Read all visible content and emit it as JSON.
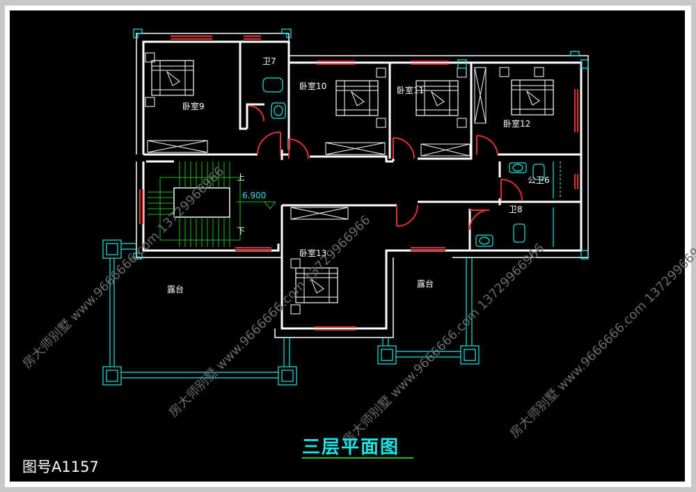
{
  "drawing": {
    "title": "三层平面图",
    "number": "图号A1157"
  },
  "rooms": {
    "bedroom9": "卧室9",
    "bedroom10": "卧室10",
    "bedroom11": "卧室11",
    "bedroom12": "卧室12",
    "bedroom13": "卧室13",
    "toilet7": "卫7",
    "public_toilet6": "公卫6",
    "toilet8": "卫8",
    "terrace_left": "露台",
    "terrace_right": "露台"
  },
  "stair": {
    "up": "上",
    "down": "下",
    "elevation": "6.900"
  },
  "watermark": {
    "text": "房大师别墅 www.9666666.com 13729966966"
  },
  "colors": {
    "background": "#000000",
    "wall": "#ffffff",
    "window": "#e33030",
    "fixture": "#19e8e8",
    "stair_lines": "#22c122",
    "title": "#19e8e8"
  }
}
